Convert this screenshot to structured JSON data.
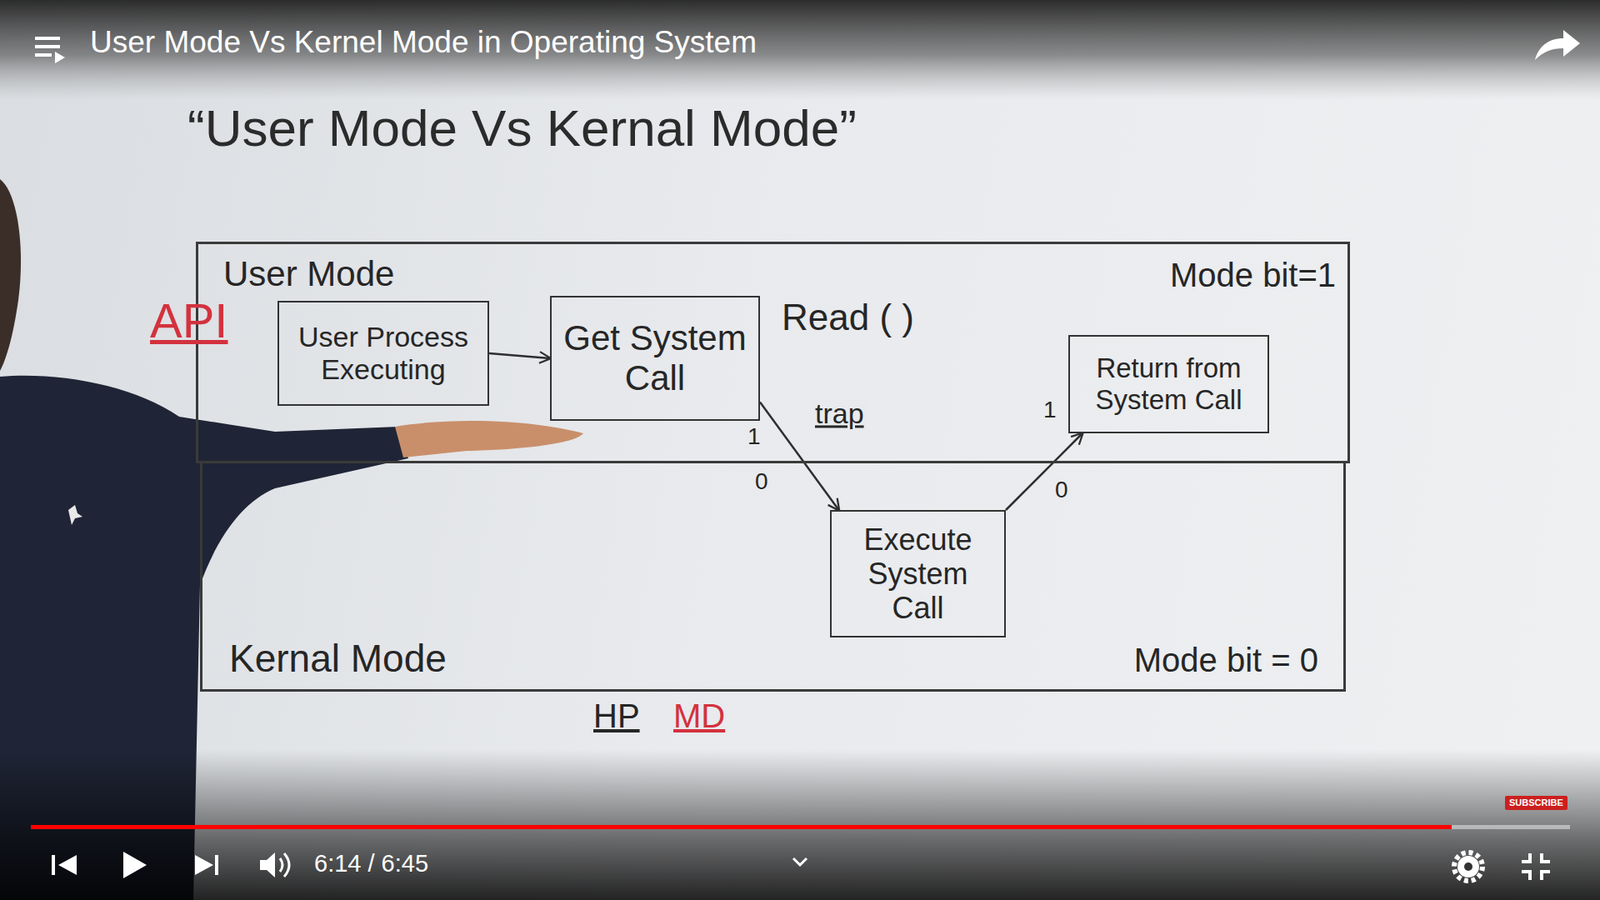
{
  "diagram": {
    "title": "“User Mode Vs Kernal Mode”",
    "nodes": [
      {
        "text": [
          "User Mode",
          "Mode bit=1"
        ]
      },
      {
        "text": [
          "User Process Executing"
        ],
        "in": 0
      },
      {
        "text": [
          "Get System Call"
        ],
        "in": 0
      },
      {
        "text": [
          "Return from System Call"
        ],
        "in": 0
      },
      {
        "text": [
          "Kernal Mode",
          "Mode bit = 0"
        ]
      },
      {
        "text": [
          "Execute System Call"
        ],
        "in": 4
      }
    ],
    "edges": [
      {
        "from": 1,
        "to": 2,
        "arrow": "to"
      },
      {
        "from": 2,
        "to": 5,
        "label": "trap",
        "arrow": "to"
      },
      {
        "from": 5,
        "to": 3,
        "arrow": "to"
      }
    ],
    "labels": [
      "User Mode Vs Kernel Mode in Operating System",
      "API",
      "Read ( )",
      "1",
      "0",
      "1",
      "0",
      "HP",
      "MD",
      "SUBSCRIBE",
      "6:14 / 6:45"
    ]
  }
}
